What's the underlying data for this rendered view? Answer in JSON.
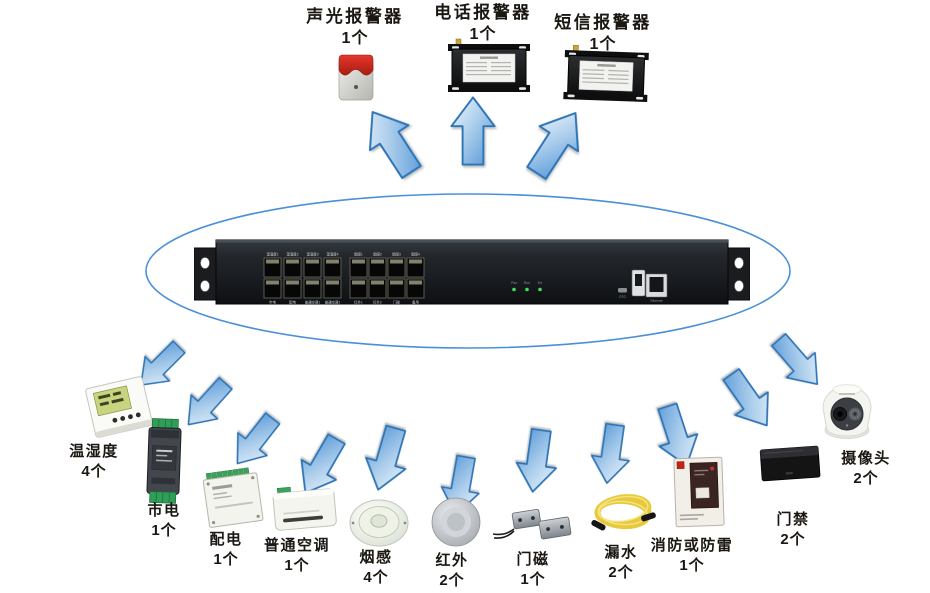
{
  "top_devices": [
    {
      "name": "声光报警器",
      "count": "1个"
    },
    {
      "name": "电话报警器",
      "count": "1个"
    },
    {
      "name": "短信报警器",
      "count": "1个"
    }
  ],
  "bottom_devices": [
    {
      "name": "温湿度",
      "count": "4个"
    },
    {
      "name": "市电",
      "count": "1个"
    },
    {
      "name": "配电",
      "count": "1个"
    },
    {
      "name": "普通空调",
      "count": "1个"
    },
    {
      "name": "烟感",
      "count": "4个"
    },
    {
      "name": "红外",
      "count": "2个"
    },
    {
      "name": "门磁",
      "count": "1个"
    },
    {
      "name": "漏水",
      "count": "2个"
    },
    {
      "name": "消防或防雷",
      "count": "1个"
    },
    {
      "name": "门禁",
      "count": "2个"
    },
    {
      "name": "摄像头",
      "count": "2个"
    }
  ],
  "host_device": {
    "port_group1_top": [
      "温湿度1",
      "温湿度2",
      "温湿度3",
      "温湿度4"
    ],
    "port_group1_bottom": [
      "市电",
      "配电",
      "普通空调1",
      "普通空调2"
    ],
    "port_group2_top": [
      "烟感1",
      "烟感2",
      "烟感3",
      "烟感4"
    ],
    "port_group2_bottom": [
      "红外1",
      "红外2",
      "门磁",
      "备用"
    ],
    "led_labels": [
      "Pwr",
      "Run",
      "Err"
    ],
    "otg_label": "OTG",
    "eth_label": "Ethernet"
  },
  "colors": {
    "arrow_fill_light": "#eef6fd",
    "arrow_fill_dark": "#4e93d6",
    "arrow_border": "#2e75b6",
    "ellipse_stroke": "#4a90d8",
    "led_green": "#42e060",
    "alarm_red": "#cc2a22",
    "leak_cable_yellow": "#e7c93a"
  }
}
